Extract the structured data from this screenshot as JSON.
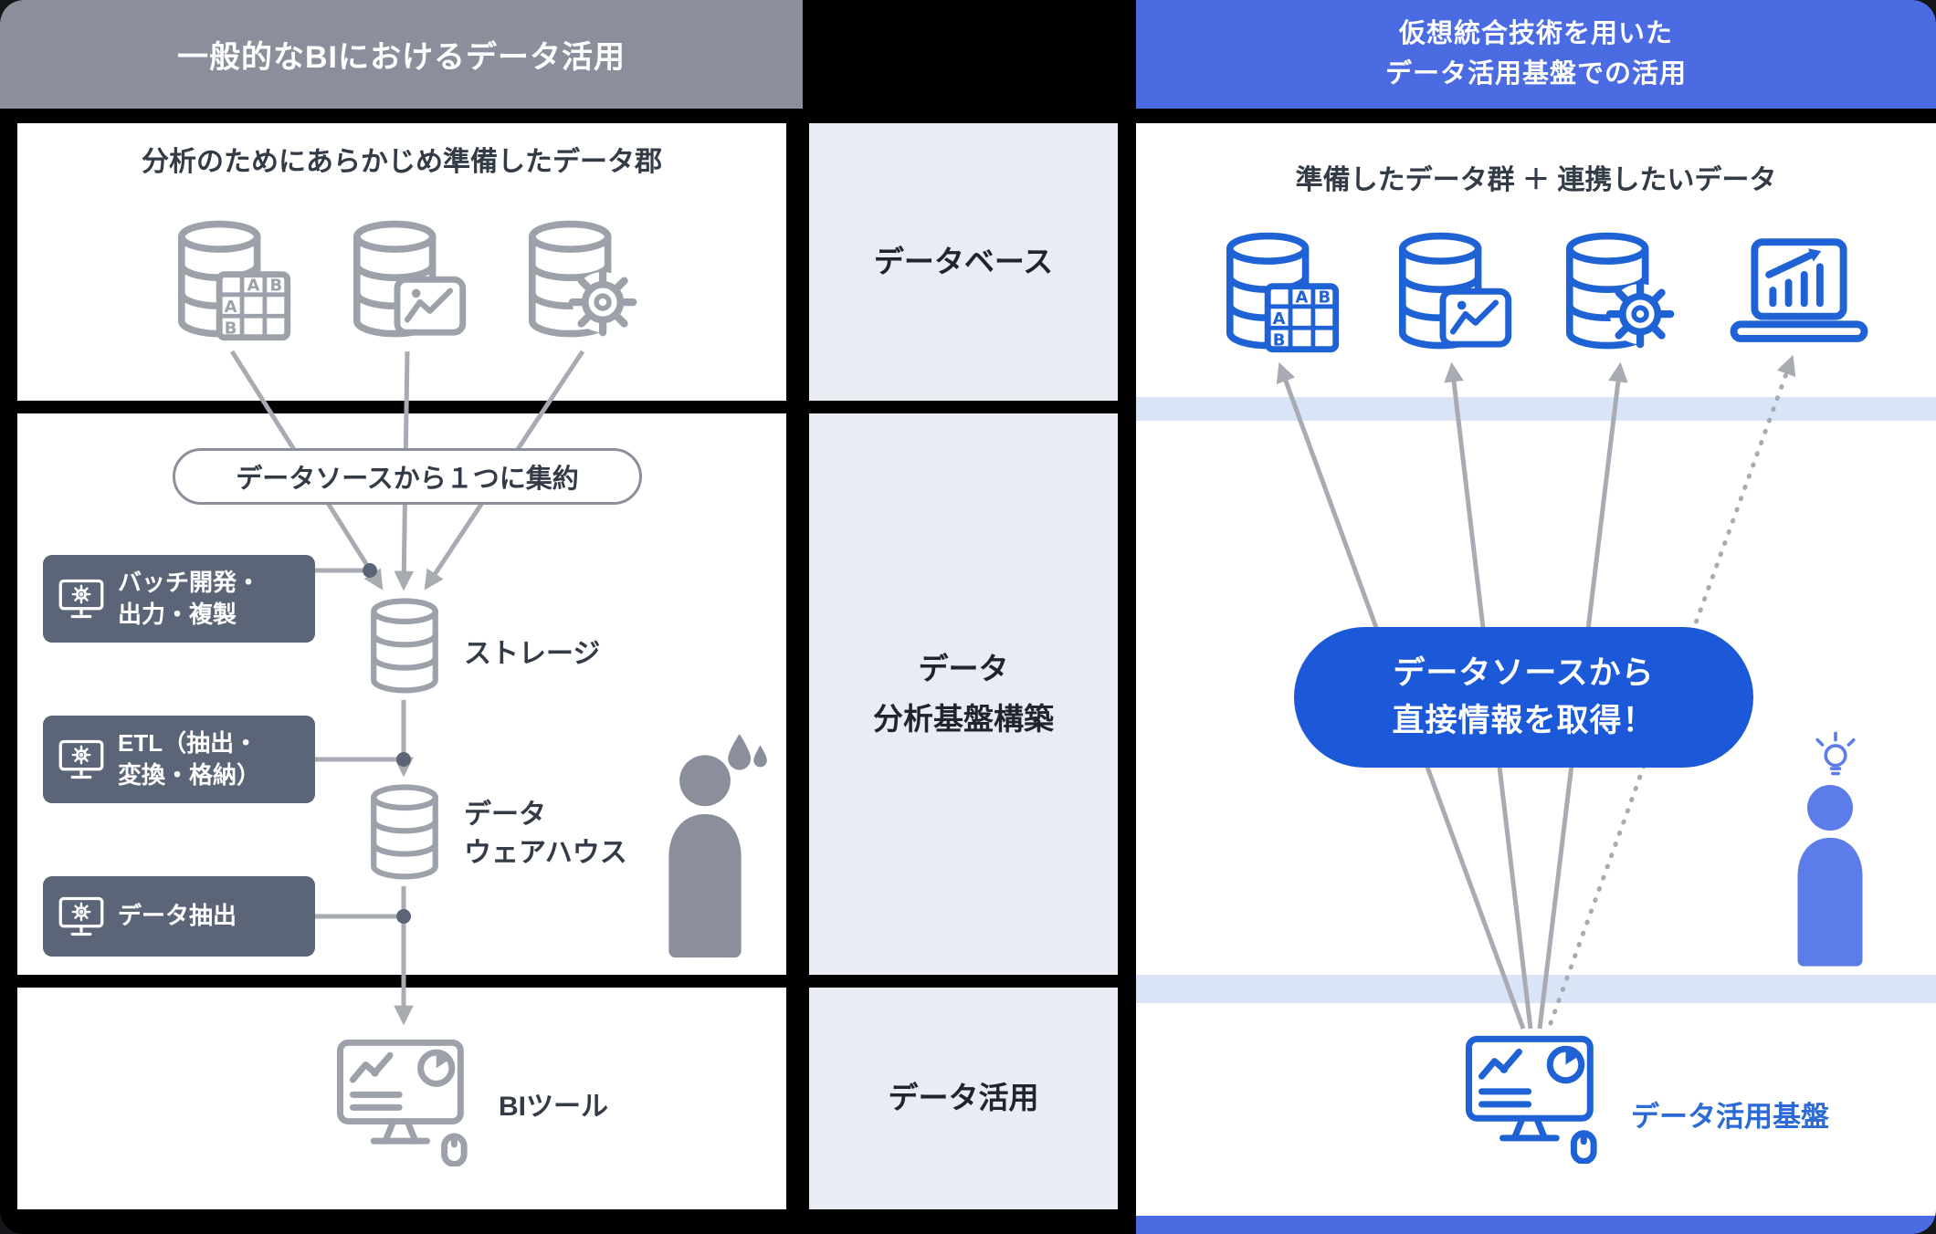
{
  "colors": {
    "left_header_bg": "#8A8F9B",
    "right_header_bg": "#4A6BE1",
    "accent_blue": "#1E62D6",
    "pill_blue": "#1C59D8",
    "person_blue": "#5C7CEA",
    "icon_gray": "#9CA1AA",
    "arrow_gray": "#A8ABB1",
    "slate_box_bg": "#5C6577",
    "middle_box_bg": "#E9EDF3",
    "light_blue_band": "#D9E5F6"
  },
  "left": {
    "header": "一般的なBIにおけるデータ活用",
    "database": {
      "title": "分析のためにあらかじめ準備したデータ郡"
    },
    "build": {
      "pill": "データソースから１つに集約",
      "storage_label": "ストレージ",
      "dwh_line1": "データ",
      "dwh_line2": "ウェアハウス",
      "box1_line1": "バッチ開発・",
      "box1_line2": "出力・複製",
      "box2_line1": "ETL（抽出・",
      "box2_line2": "変換・格納）",
      "box3": "データ抽出"
    },
    "use": {
      "bi_label": "BIツール"
    }
  },
  "middle": {
    "row1": "データベース",
    "row2_line1": "データ",
    "row2_line2": "分析基盤構築",
    "row3": "データ活用"
  },
  "right": {
    "header_line1": "仮想統合技術を用いた",
    "header_line2": "データ活用基盤での活用",
    "database": {
      "title": "準備したデータ群 ＋ 連携したいデータ"
    },
    "build": {
      "pill_line1": "データソースから",
      "pill_line2": "直接情報を取得！"
    },
    "use": {
      "platform_label": "データ活用基盤"
    }
  },
  "icons": [
    "database-table-icon",
    "database-chart-icon",
    "database-gear-icon",
    "laptop-chart-icon",
    "database-icon",
    "monitor-gear-icon",
    "monitor-chart-icon",
    "person-icon",
    "sweat-drops-icon",
    "lightbulb-icon"
  ]
}
